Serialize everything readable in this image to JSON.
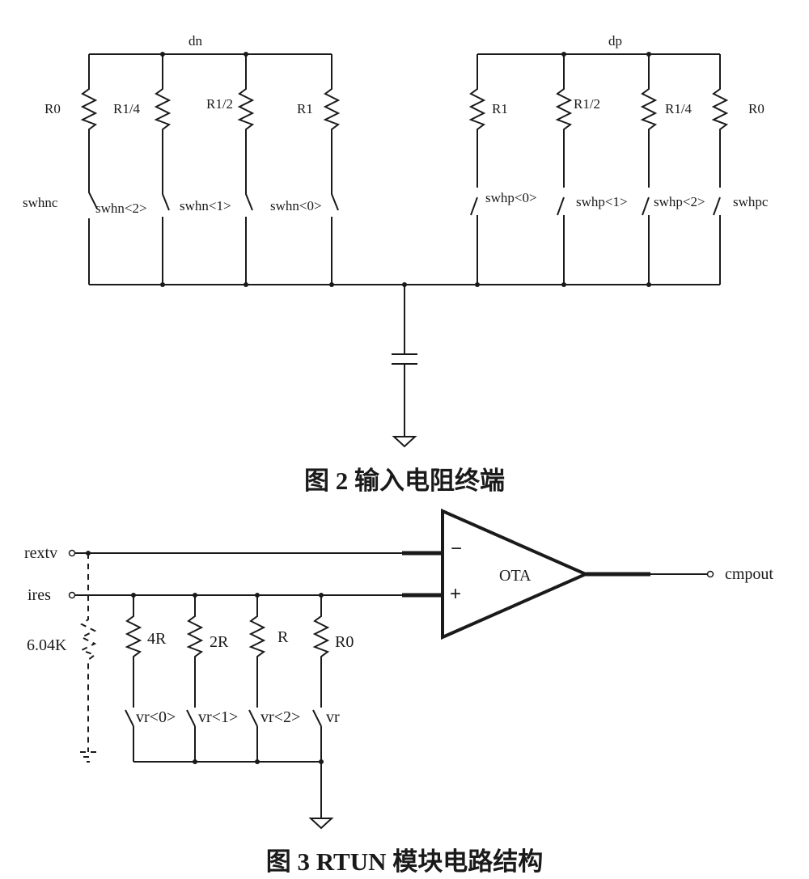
{
  "figure2": {
    "caption": "图 2   输入电阻终端",
    "nodes": {
      "left_bus": "dn",
      "right_bus": "dp"
    },
    "left_resistors": [
      "R0",
      "R1/4",
      "R1/2",
      "R1"
    ],
    "left_switches": [
      "swhnc",
      "swhn<2>",
      "swhn<1>",
      "swhn<0>"
    ],
    "right_resistors": [
      "R1",
      "R1/2",
      "R1/4",
      "R0"
    ],
    "right_switches": [
      "swhp<0>",
      "swhp<1>",
      "swhp<2>",
      "swhpc"
    ]
  },
  "figure3": {
    "caption": "图 3   RTUN 模块电路结构",
    "amplifier": {
      "label": "OTA",
      "minus": "−",
      "plus": "+"
    },
    "ports": {
      "rextv": "rextv",
      "ires": "ires",
      "cmpout": "cmpout"
    },
    "external_resistor": "6.04K",
    "resistors": [
      "4R",
      "2R",
      "R",
      "R0"
    ],
    "switches": [
      "vr<0>",
      "vr<1>",
      "vr<2>",
      "vr"
    ]
  }
}
